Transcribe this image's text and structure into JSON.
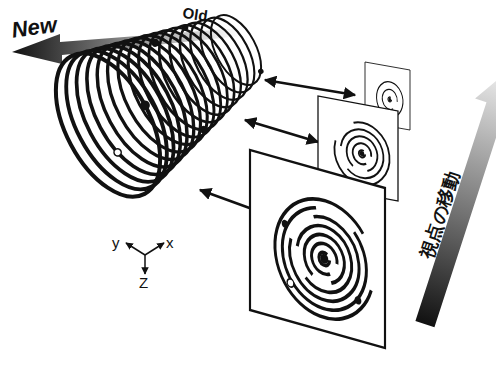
{
  "diagram": {
    "labels": [
      "New",
      "Old",
      "y",
      "x",
      "Z",
      "視点の移動"
    ]
  }
}
